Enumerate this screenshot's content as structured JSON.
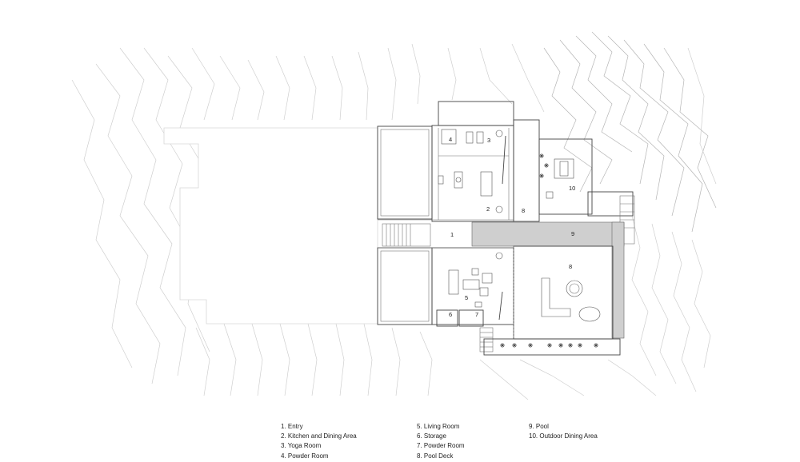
{
  "rooms": {
    "r1": "1",
    "r2": "2",
    "r3": "3",
    "r4": "4",
    "r5": "5",
    "r6": "6",
    "r7": "7",
    "r8a": "8",
    "r8b": "8",
    "r9": "9",
    "r10": "10"
  },
  "legend": {
    "col1": [
      "1. Entry",
      "2. Kitchen and Dining Area",
      "3. Yoga Room",
      "4. Powder Room"
    ],
    "col2": [
      "5. Living Room",
      "6. Storage",
      "7. Powder Room",
      "8. Pool Deck"
    ],
    "col3": [
      "9.  Pool",
      "10. Outdoor Dining Area"
    ]
  }
}
